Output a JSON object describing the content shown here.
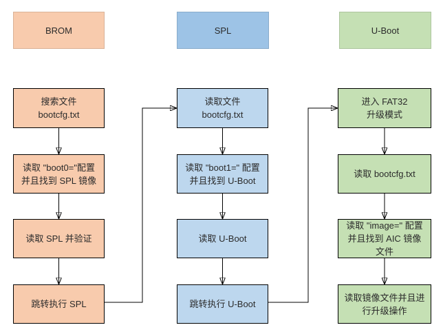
{
  "colors": {
    "brom_header_fill": "#F8CBAD",
    "brom_box_fill": "#F8CBAD",
    "spl_header_fill": "#9DC3E6",
    "spl_box_fill": "#BDD7EE",
    "uboot_header_fill": "#C5E0B4",
    "uboot_box_fill": "#C5E0B4",
    "box_border": "#000000",
    "arrow": "#000000",
    "background": "#FFFFFF"
  },
  "columns": [
    {
      "header": "BROM",
      "steps": [
        "搜索文件\nbootcfg.txt",
        "读取 \"boot0=\"配置\n并且找到 SPL 镜像",
        "读取 SPL 并验证",
        "跳转执行 SPL"
      ]
    },
    {
      "header": "SPL",
      "steps": [
        "读取文件\nbootcfg.txt",
        "读取 \"boot1=\" 配置\n并且找到 U-Boot",
        "读取 U-Boot",
        "跳转执行 U-Boot"
      ]
    },
    {
      "header": "U-Boot",
      "steps": [
        "进入 FAT32\n升级模式",
        "读取 bootcfg.txt",
        "读取 \"image=\" 配置\n并且找到 AIC 镜像\n文件",
        "读取镜像文件并且进\n行升级操作"
      ]
    }
  ]
}
